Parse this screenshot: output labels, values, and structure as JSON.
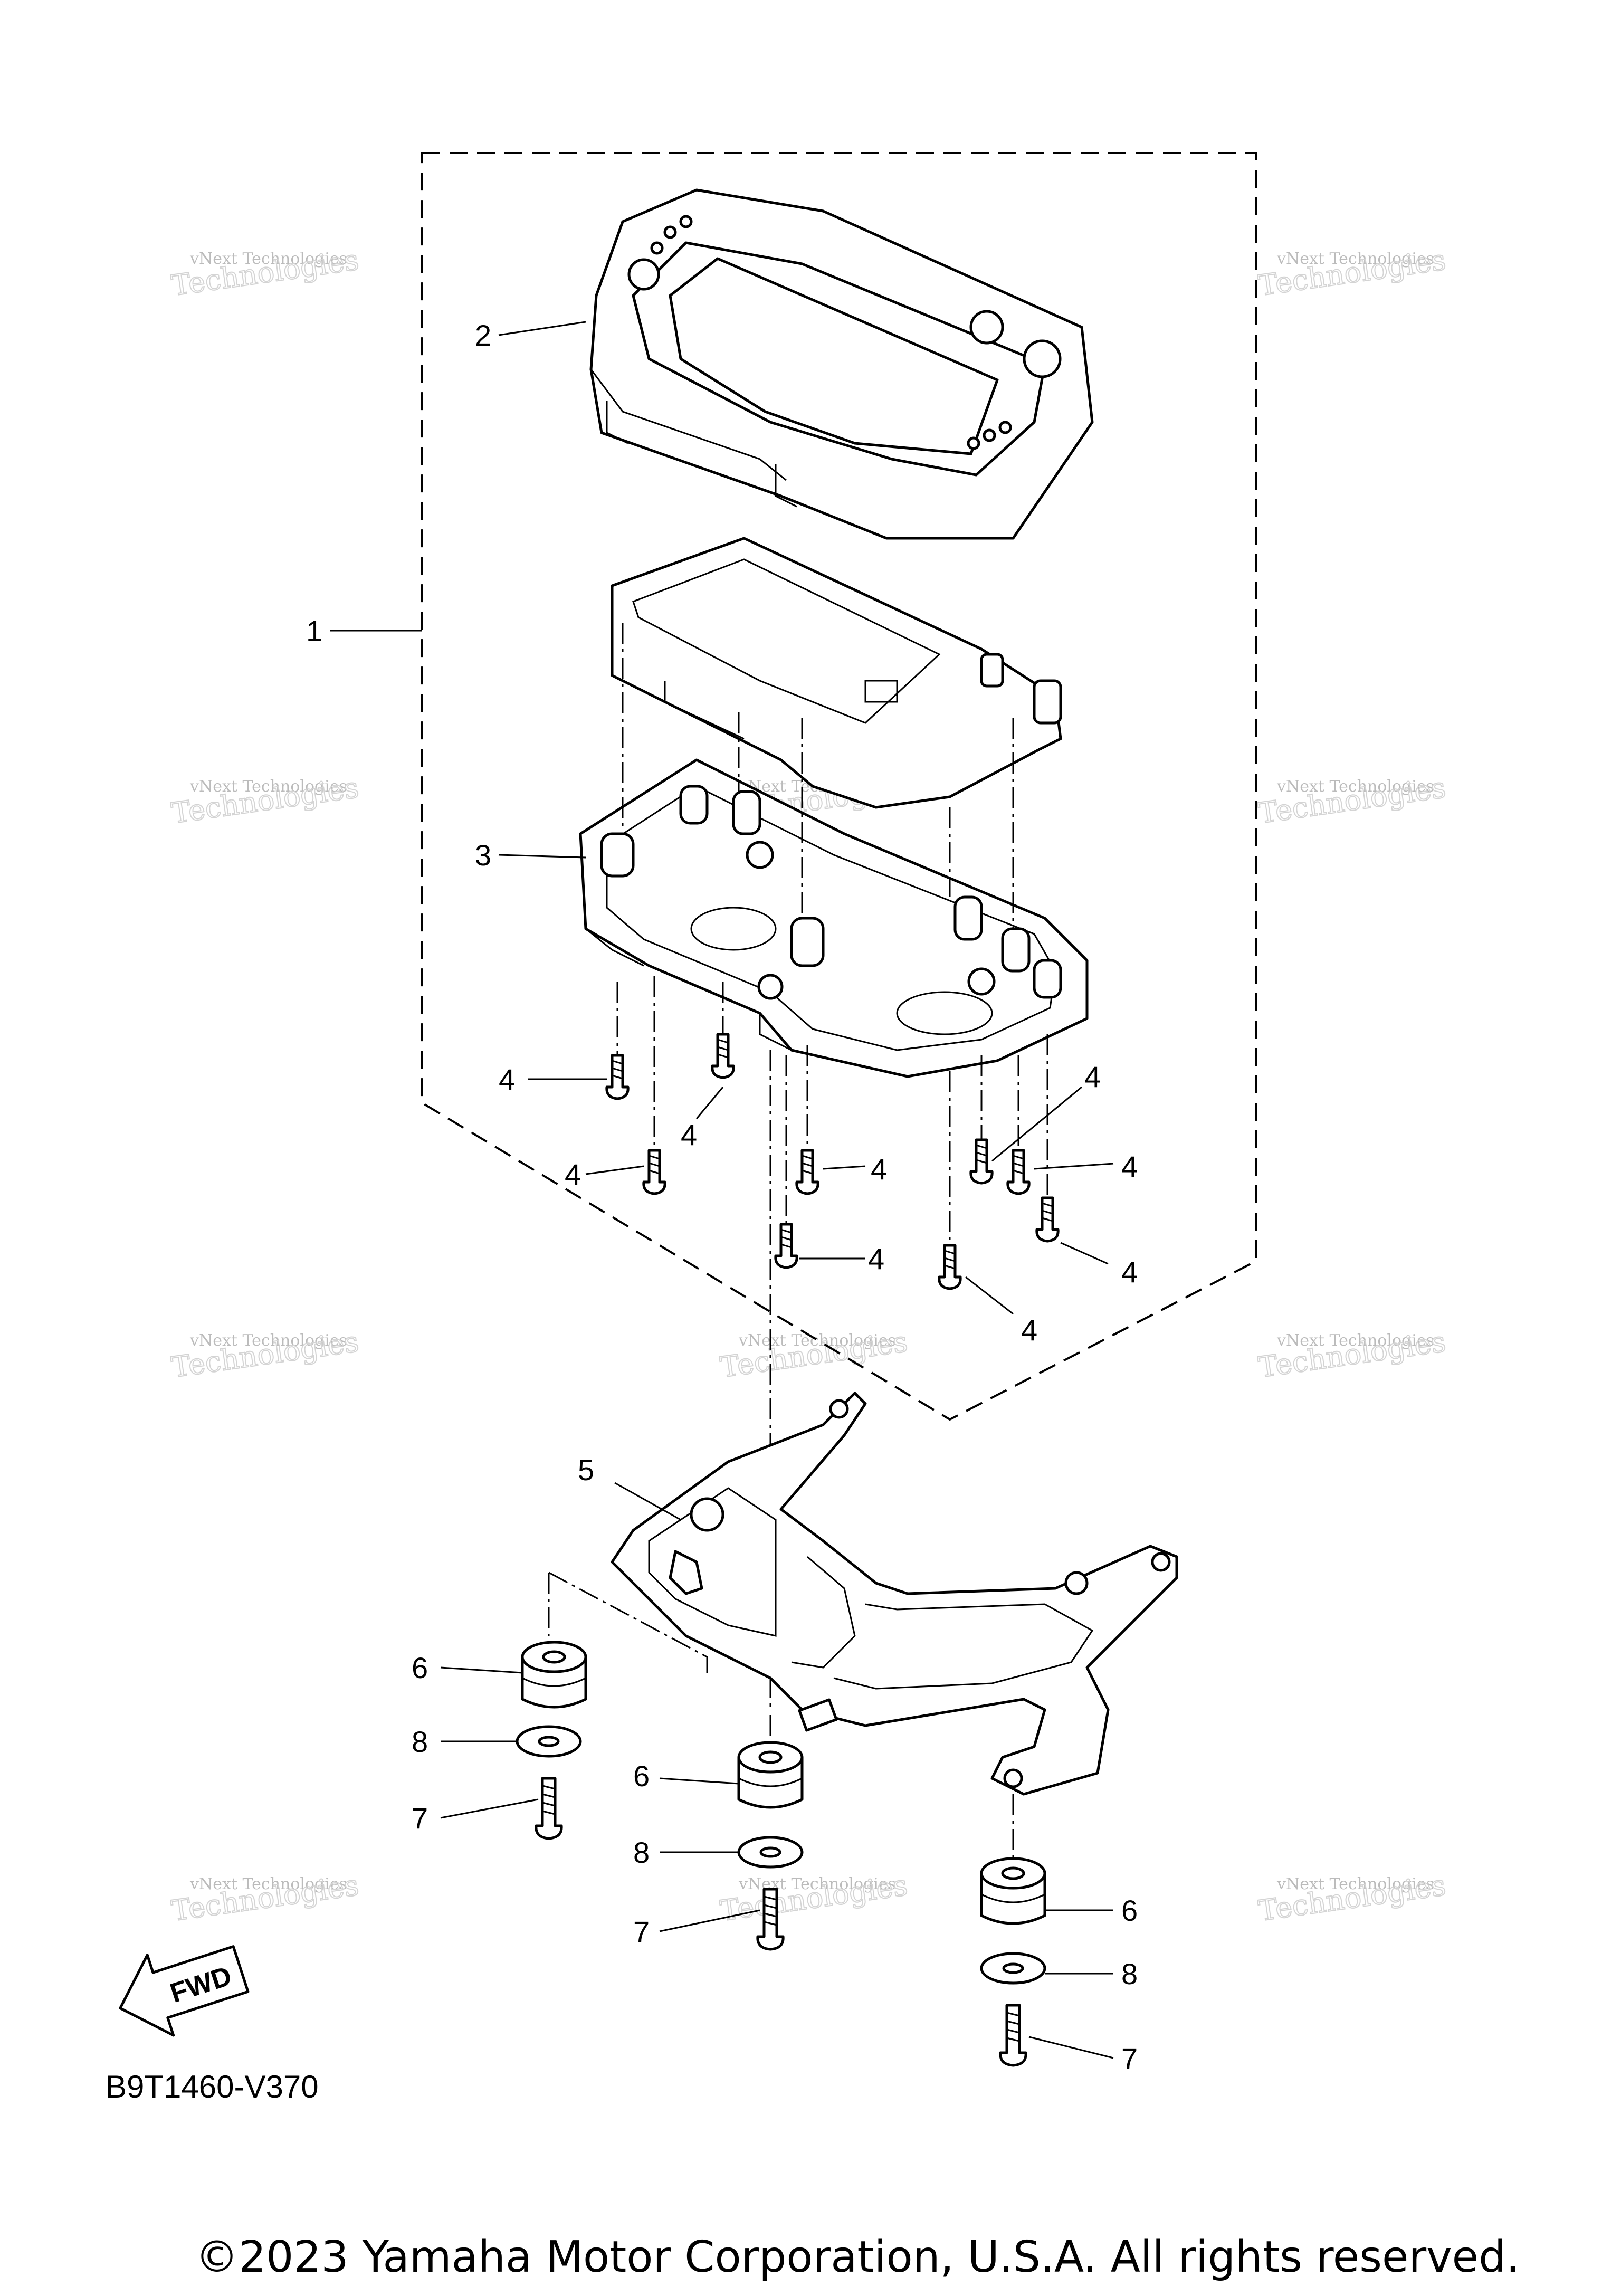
{
  "diagram": {
    "callouts": [
      {
        "id": "c1",
        "num": "1"
      },
      {
        "id": "c2",
        "num": "2"
      },
      {
        "id": "c3",
        "num": "3"
      },
      {
        "id": "c4a",
        "num": "4"
      },
      {
        "id": "c4b",
        "num": "4"
      },
      {
        "id": "c4c",
        "num": "4"
      },
      {
        "id": "c4d",
        "num": "4"
      },
      {
        "id": "c4e",
        "num": "4"
      },
      {
        "id": "c4f",
        "num": "4"
      },
      {
        "id": "c4g",
        "num": "4"
      },
      {
        "id": "c4h",
        "num": "4"
      },
      {
        "id": "c4i",
        "num": "4"
      },
      {
        "id": "c5",
        "num": "5"
      },
      {
        "id": "c6a",
        "num": "6"
      },
      {
        "id": "c6b",
        "num": "6"
      },
      {
        "id": "c6c",
        "num": "6"
      },
      {
        "id": "c7a",
        "num": "7"
      },
      {
        "id": "c7b",
        "num": "7"
      },
      {
        "id": "c7c",
        "num": "7"
      },
      {
        "id": "c8a",
        "num": "8"
      },
      {
        "id": "c8b",
        "num": "8"
      },
      {
        "id": "c8c",
        "num": "8"
      }
    ],
    "fwd_label": "FWD",
    "diagram_code": "B9T1460-V370",
    "copyright": "©2023 Yamaha Motor Corporation, U.S.A. All rights reserved.",
    "watermark": {
      "line1": "vNext Technologies",
      "line2": "Technologies"
    }
  }
}
